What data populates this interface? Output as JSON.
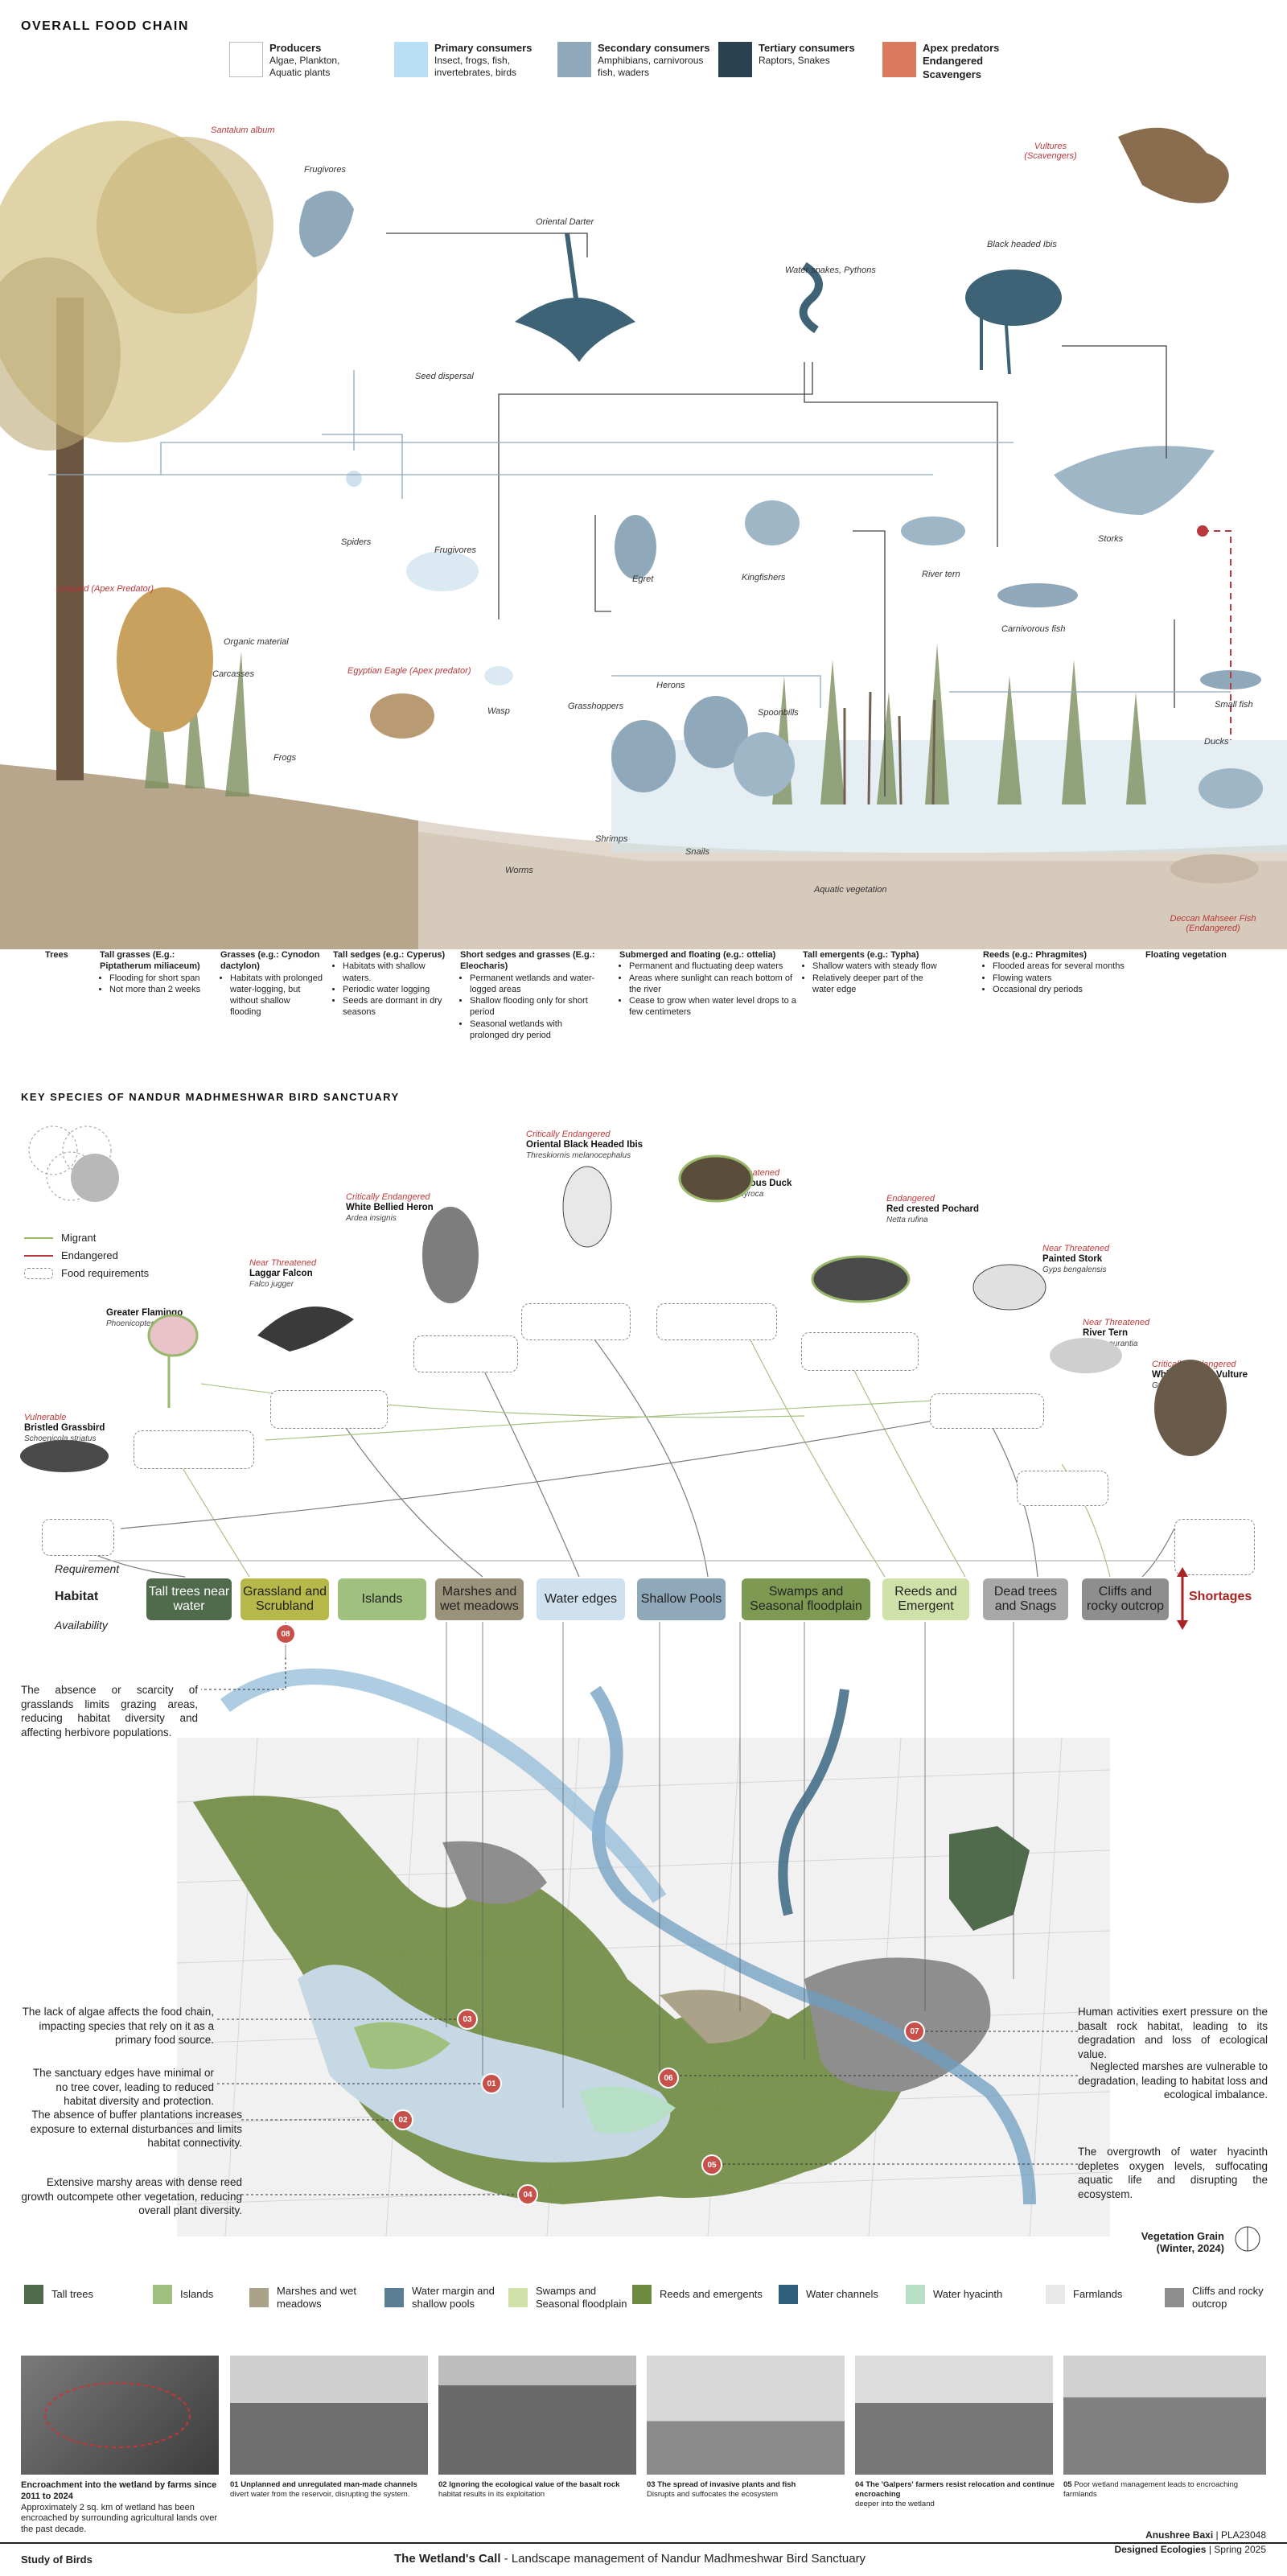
{
  "header": {
    "title": "OVERALL FOOD CHAIN"
  },
  "legend": [
    {
      "name": "Producers",
      "desc": "Algae, Plankton, Aquatic plants",
      "color": "#ffffff"
    },
    {
      "name": "Primary consumers",
      "desc": "Insect, frogs, fish, invertebrates, birds",
      "color": "#b8dff3"
    },
    {
      "name": "Secondary consumers",
      "desc": "Amphibians, carnivorous fish, waders",
      "color": "#8fa9bb"
    },
    {
      "name": "Tertiary consumers",
      "desc": "Raptors, Snakes",
      "color": "#294150"
    },
    {
      "name": "Apex predators",
      "desc": "Endangered Scavengers",
      "color": "#d97a5f"
    }
  ],
  "foodchain_labels": {
    "santalum": "Santalum album",
    "frugivores_top": "Frugivores",
    "oriental_darter": "Oriental Darter",
    "water_snakes": "Water snakes, Pythons",
    "black_ibis": "Black headed Ibis",
    "vultures": "Vultures (Scavengers)",
    "seed_dispersal": "Seed dispersal",
    "spiders": "Spiders",
    "frugivores_mid": "Frugivores",
    "leopard": "Leopard (Apex Predator)",
    "egret": "Egret",
    "kingfishers": "Kingfishers",
    "river_tern": "River tern",
    "storks": "Storks",
    "carnivorous_fish": "Carnivorous fish",
    "organic_material": "Organic material",
    "carcasses": "Carcasses",
    "egyptian_eagle": "Egyptian Eagle (Apex predator)",
    "wasp": "Wasp",
    "grasshoppers": "Grasshoppers",
    "herons": "Herons",
    "spoonbills": "Spoonbills",
    "small_fish": "Small fish",
    "ducks": "Ducks",
    "frogs": "Frogs",
    "worms": "Worms",
    "shrimps": "Shrimps",
    "snails": "Snails",
    "aquatic_vegetation": "Aquatic vegetation",
    "deccan_mahseer": "Deccan Mahseer Fish (Endangered)"
  },
  "vegetation_columns": [
    {
      "title": "Trees",
      "items": []
    },
    {
      "title": "Tall grasses (E.g.: Piptatherum miliaceum)",
      "items": [
        "Flooding for short span",
        "Not more than 2 weeks"
      ]
    },
    {
      "title": "Grasses (e.g.: Cynodon dactylon)",
      "items": [
        "Habitats with prolonged water-logging, but without shallow flooding"
      ]
    },
    {
      "title": "Tall sedges (e.g.: Cyperus)",
      "items": [
        "Habitats with shallow waters.",
        "Periodic water logging",
        "Seeds are dormant in dry seasons"
      ]
    },
    {
      "title": "Short sedges and grasses (E.g.: Eleocharis)",
      "items": [
        "Permanent wetlands and water-logged areas",
        "Shallow flooding only for short period",
        "Seasonal wetlands with prolonged dry period"
      ]
    },
    {
      "title": "Submerged and floating (e.g.: ottelia)",
      "items": [
        "Permanent and fluctuating deep waters",
        "Areas where sunlight can reach bottom of the river",
        "Cease to grow when water level drops to a few centimeters"
      ]
    },
    {
      "title": "Tall emergents (e.g.: Typha)",
      "items": [
        "Shallow waters with steady flow",
        "Relatively deeper part of the water edge"
      ]
    },
    {
      "title": "Reeds (e.g.: Phragmites)",
      "items": [
        "Flooded areas for several months",
        "Flowing waters",
        "Occasional dry periods"
      ]
    },
    {
      "title": "Floating vegetation",
      "items": []
    }
  ],
  "species_section": {
    "title": "KEY SPECIES OF NANDUR MADHMESHWAR BIRD SANCTUARY",
    "legend": [
      {
        "label": "Migrant",
        "color": "#9ab86a"
      },
      {
        "label": "Endangered",
        "color": "#b8383b"
      },
      {
        "label": "Food requirements",
        "color": "#8a8a8a"
      }
    ],
    "species": [
      {
        "status": "Vulnerable",
        "name": "Bristled Grassbird",
        "latin": "Schoenicola striatus"
      },
      {
        "status": "",
        "name": "Greater Flamingo",
        "latin": "Phoenicopterus roseus"
      },
      {
        "status": "Near Threatened",
        "name": "Laggar Falcon",
        "latin": "Falco jugger"
      },
      {
        "status": "Critically Endangered",
        "name": "White Bellied Heron",
        "latin": "Ardea insignis"
      },
      {
        "status": "Critically Endangered",
        "name": "Oriental Black Headed Ibis",
        "latin": "Threskiornis melanocephalus"
      },
      {
        "status": "Near Threatened",
        "name": "Ferruginous Duck",
        "latin": "Aythya nyroca"
      },
      {
        "status": "Endangered",
        "name": "Red crested Pochard",
        "latin": "Netta rufina"
      },
      {
        "status": "Near Threatened",
        "name": "Painted Stork",
        "latin": "Gyps bengalensis"
      },
      {
        "status": "Near Threatened",
        "name": "River Tern",
        "latin": "Sterna aurantia"
      },
      {
        "status": "Critically Endangered",
        "name": "White rumped Vulture",
        "latin": "Gyps bengalensis"
      }
    ],
    "row_labels": {
      "requirement": "Requirement",
      "habitat": "Habitat",
      "availability": "Availability",
      "shortages": "Shortages"
    },
    "habitats": [
      {
        "label": "Tall trees near water",
        "color": "#4f6b4c"
      },
      {
        "label": "Grassland and Scrubland",
        "color": "#b6b84a"
      },
      {
        "label": "Islands",
        "color": "#9fc07f"
      },
      {
        "label": "Marshes and wet meadows",
        "color": "#9a927a"
      },
      {
        "label": "Water edges",
        "color": "#cfe1ee"
      },
      {
        "label": "Shallow Pools",
        "color": "#8fa9bb"
      },
      {
        "label": "Swamps and Seasonal floodplain",
        "color": "#7e9a52"
      },
      {
        "label": "Reeds and Emergent",
        "color": "#cfe0a8"
      },
      {
        "label": "Dead trees and Snags",
        "color": "#a8a8a8"
      },
      {
        "label": "Cliffs and rocky outcrop",
        "color": "#8e8e8e"
      }
    ]
  },
  "map_notes": {
    "n08": "The absence or scarcity of grasslands limits grazing areas, reducing habitat diversity and affecting herbivore populations.",
    "n03": "The lack of algae affects the food chain, impacting species that rely on it as a primary food source.",
    "n01": "The sanctuary edges have minimal or no tree cover, leading to reduced habitat diversity and protection.",
    "n02": "The absence of buffer plantations increases exposure to external disturbances and limits habitat connectivity.",
    "n04": "Extensive marshy areas with dense reed growth outcompete other vegetation, reducing overall plant diversity.",
    "n07": "Human activities exert pressure on the basalt rock habitat, leading to its degradation and loss of ecological value.",
    "n06": "Neglected marshes are vulnerable to degradation, leading to habitat loss and ecological imbalance.",
    "n05": "The overgrowth of water hyacinth depletes oxygen levels, suffocating aquatic life and disrupting the ecosystem.",
    "badges": [
      "08",
      "03",
      "01",
      "02",
      "04",
      "07",
      "06",
      "05"
    ],
    "vegetation_grain": "Vegetation Grain (Winter, 2024)"
  },
  "bottom_legend": [
    {
      "label": "Tall trees",
      "color": "#4f6b4c"
    },
    {
      "label": "Islands",
      "color": "#9fc07f"
    },
    {
      "label": "Marshes and wet meadows",
      "color": "#aaa38a"
    },
    {
      "label": "Water margin and shallow pools",
      "color": "#5d7d95"
    },
    {
      "label": "Swamps and Seasonal floodplain",
      "color": "#cfe0a8"
    },
    {
      "label": "Reeds and emergents",
      "color": "#6e8a3f"
    },
    {
      "label": "Water channels",
      "color": "#2f5f7c"
    },
    {
      "label": "Water hyacinth",
      "color": "#b6dfc5"
    },
    {
      "label": "Farmlands",
      "color": "#e8e8e8"
    },
    {
      "label": "Cliffs and rocky outcrop",
      "color": "#8e8e8e"
    }
  ],
  "photos": [
    {
      "num": "",
      "caption_bold": "Encroachment into the wetland by farms since 2011 to 2024",
      "caption": "Approximately 2 sq. km of wetland has been encroached by surrounding agricultural lands over the past decade."
    },
    {
      "num": "01",
      "caption_bold": "Unplanned and unregulated man-made channels",
      "caption": "divert water from the reservoir, disrupting the system."
    },
    {
      "num": "02",
      "caption_bold": "Ignoring the ecological value of the basalt rock",
      "caption": "habitat results in its exploitation"
    },
    {
      "num": "03",
      "caption_bold": "The spread of invasive plants and fish",
      "caption": "Disrupts and suffocates the ecosystem"
    },
    {
      "num": "04",
      "caption_bold": "The 'Galpers' farmers resist relocation and continue encroaching",
      "caption": "deeper into the wetland"
    },
    {
      "num": "05",
      "caption_bold": "",
      "caption": "Poor wetland management leads to encroaching farmlands"
    }
  ],
  "footer": {
    "left": "Study of Birds",
    "center_bold": "The Wetland's Call",
    "center": " - Landscape management of Nandur Madhmeshwar Bird Sanctuary",
    "right_name": "Anushree Baxi",
    "right_code": " | PLA23048",
    "right_course": "Designed Ecologies",
    "right_term": " | Spring 2025"
  }
}
